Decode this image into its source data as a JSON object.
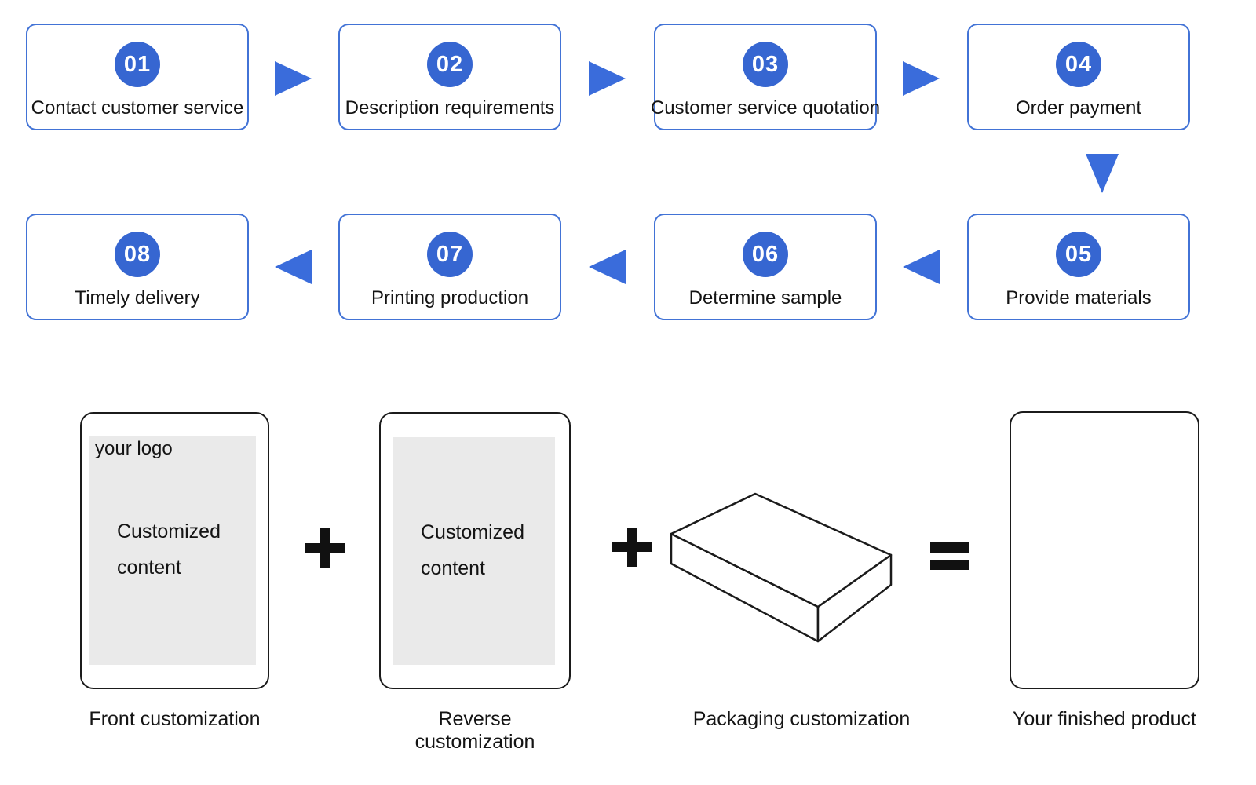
{
  "colors": {
    "circle_fill": "#3666d1",
    "arrow_fill": "#3a6cdb",
    "box_border": "#4273d6",
    "card_border": "#1b1b1b",
    "gray_fill": "#eaeaea",
    "text": "#141414"
  },
  "flow": {
    "steps": [
      {
        "number": "01",
        "label": "Contact customer service"
      },
      {
        "number": "02",
        "label": "Description requirements"
      },
      {
        "number": "03",
        "label": "Customer service quotation"
      },
      {
        "number": "04",
        "label": "Order payment"
      },
      {
        "number": "05",
        "label": "Provide materials"
      },
      {
        "number": "06",
        "label": "Determine sample"
      },
      {
        "number": "07",
        "label": "Printing production"
      },
      {
        "number": "08",
        "label": "Timely delivery"
      }
    ]
  },
  "bottom": {
    "front_card": {
      "logo_text": "your logo",
      "content_text": "Customized content",
      "label": "Front customization"
    },
    "reverse_card": {
      "content_text": "Customized content",
      "label": "Reverse customization"
    },
    "packaging": {
      "label": "Packaging customization"
    },
    "finished_product": {
      "label": "Your finished product"
    },
    "operators": {
      "plus": "+",
      "equals": "="
    }
  },
  "icons": {
    "arrow_right": "arrow-right-icon",
    "arrow_left": "arrow-left-icon",
    "arrow_down": "arrow-down-icon",
    "plus": "plus-icon",
    "equals": "equals-icon",
    "packaging_box": "packaging-box-icon"
  }
}
